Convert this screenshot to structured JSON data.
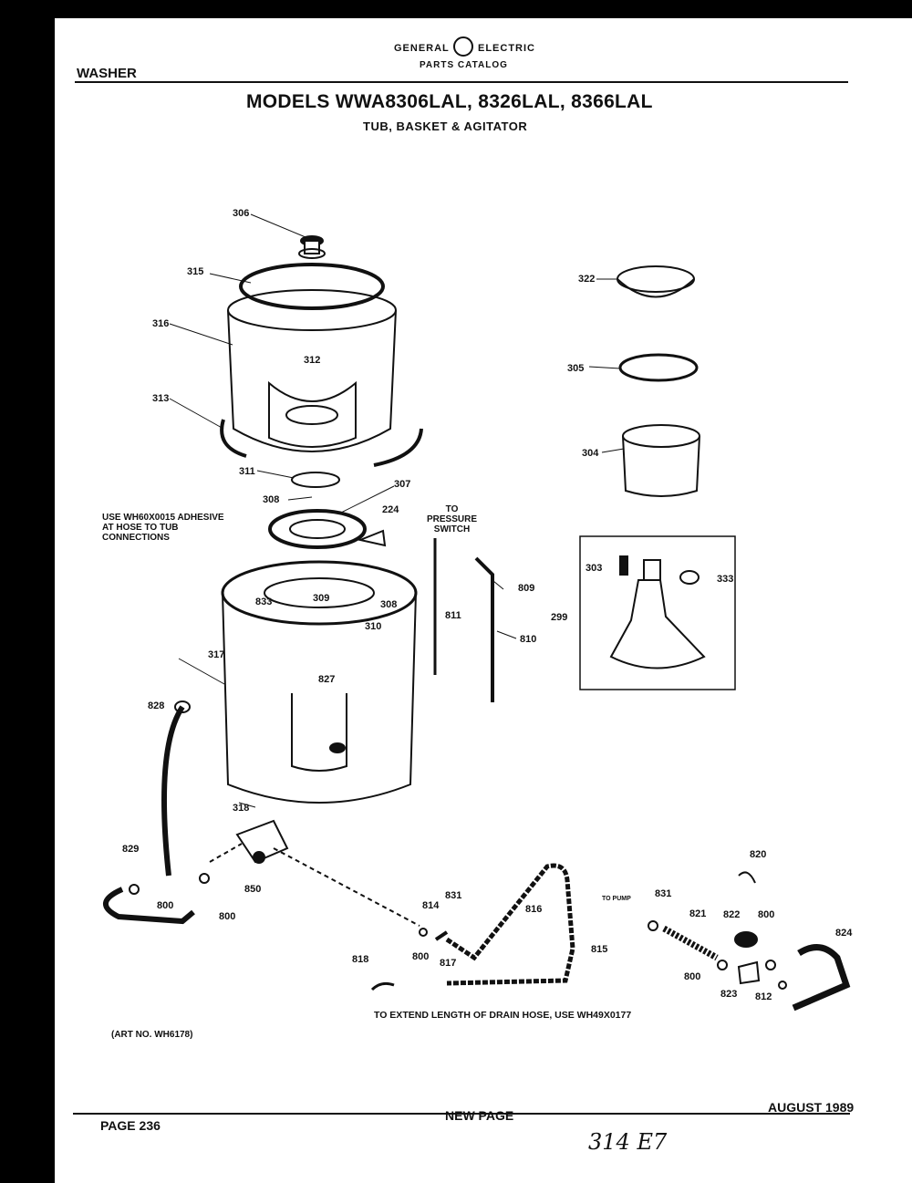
{
  "header": {
    "brand_left": "GENERAL",
    "brand_right": "ELECTRIC",
    "catalog": "PARTS CATALOG",
    "section": "WASHER",
    "models": "MODELS WWA8306LAL, 8326LAL, 8366LAL",
    "subtitle": "TUB, BASKET & AGITATOR"
  },
  "notes": {
    "adhesive": "USE WH60X0015 ADHESIVE\nAT HOSE TO TUB\nCONNECTIONS",
    "pressure": "TO\nPRESSURE\nSWITCH",
    "to_pump": "TO PUMP",
    "drain": "TO EXTEND LENGTH OF DRAIN HOSE, USE WH49X0177",
    "art": "(ART NO. WH6178)"
  },
  "footer": {
    "page": "PAGE 236",
    "new_page": "NEW PAGE",
    "date": "AUGUST 1989",
    "handwritten": "314 E7"
  },
  "part_labels": [
    "306",
    "315",
    "316",
    "312",
    "313",
    "311",
    "308",
    "307",
    "224",
    "322",
    "305",
    "304",
    "303",
    "333",
    "299",
    "833",
    "309",
    "308",
    "310",
    "317",
    "827",
    "811",
    "809",
    "810",
    "828",
    "318",
    "829",
    "800",
    "800",
    "850",
    "814",
    "831",
    "800",
    "817",
    "816",
    "815",
    "818",
    "820",
    "831",
    "821",
    "822",
    "800",
    "800",
    "823",
    "812",
    "824"
  ],
  "colors": {
    "ink": "#111111",
    "paper": "#ffffff",
    "frame": "#000000"
  }
}
